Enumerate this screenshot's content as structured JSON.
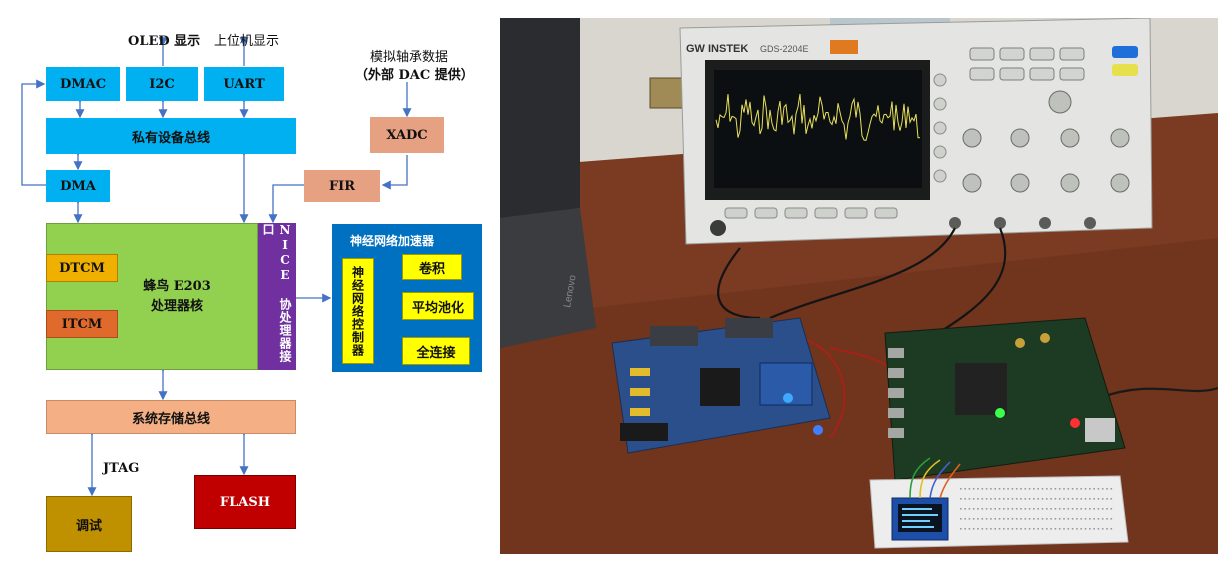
{
  "diagram": {
    "top_labels": {
      "oled": "OLED 显示",
      "host": "上位机显示",
      "sim_line1": "模拟轴承数据",
      "sim_line2": "（外部 DAC 提供）"
    },
    "blocks": {
      "dmac": "DMAC",
      "i2c": "I2C",
      "uart": "UART",
      "private_bus": "私有设备总线",
      "xadc": "XADC",
      "dma": "DMA",
      "fir": "FIR",
      "dtcm": "DTCM",
      "core_line1": "蜂鸟 E203",
      "core_line2": "处理器核",
      "itcm": "ITCM",
      "nice": "NICE 协处理器接口",
      "nn_title": "神经网络加速器",
      "nn_controller": "神经网络控制器",
      "conv": "卷积",
      "avgpool": "平均池化",
      "fc": "全连接",
      "sys_bus": "系统存储总线",
      "jtag": "JTAG",
      "debug": "调试",
      "flash": "FLASH"
    },
    "colors": {
      "bus_blue": "#00b0f0",
      "core_green": "#92d050",
      "nice_purple": "#7030a0",
      "nn_blue": "#0070c0",
      "arrow": "#4472c4"
    }
  },
  "photo": {
    "oscilloscope": {
      "brand": "GW INSTEK",
      "model": "GDS-2204E"
    }
  }
}
